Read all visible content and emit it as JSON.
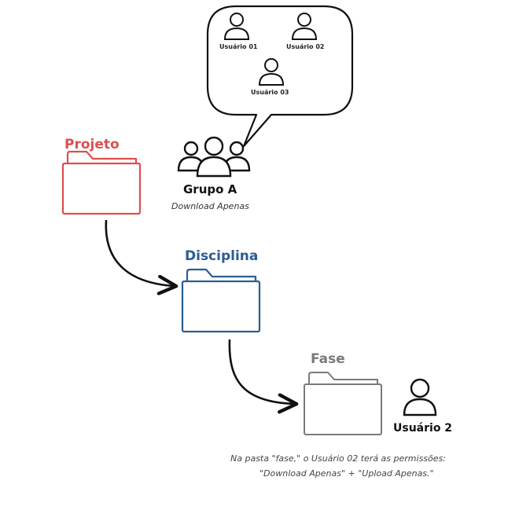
{
  "group": {
    "users": [
      "Usuário 01",
      "Usuário 02",
      "Usuário 03"
    ],
    "name": "Grupo A",
    "permission": "Download Apenas"
  },
  "folders": {
    "projeto": "Projeto",
    "disciplina": "Disciplina",
    "fase": "Fase"
  },
  "user2": "Usuário 2",
  "note": {
    "line1": "Na pasta \"fase,\" o Usuário 02 terá as permissões:",
    "line2": "\"Download Apenas\" + \"Upload Apenas.\""
  },
  "colors": {
    "projeto": "#d9504f",
    "disciplina": "#2b5d92",
    "fase": "#7a7a7a"
  }
}
